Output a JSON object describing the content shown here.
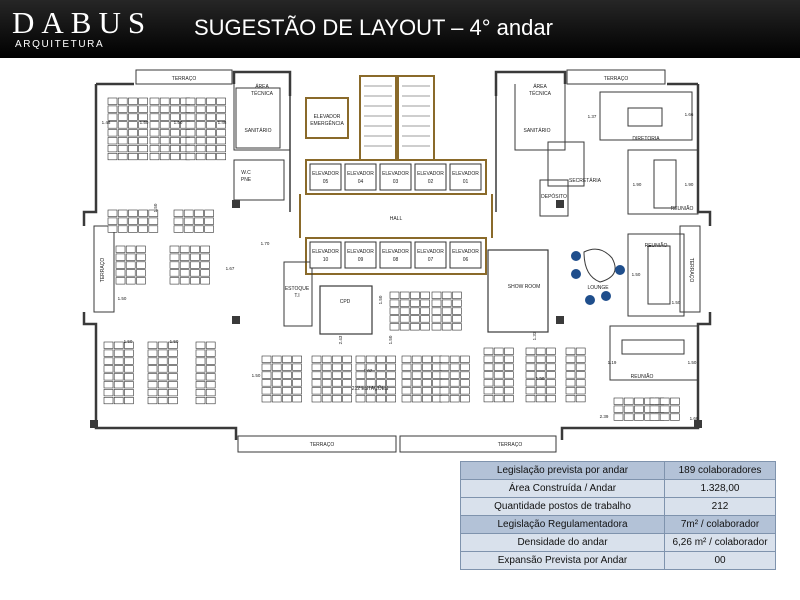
{
  "header": {
    "brand_name": "DABUS",
    "brand_tagline": "ARQUITETURA",
    "title": "SUGESTÃO DE LAYOUT – 4° andar"
  },
  "plan": {
    "terraces": [
      "TERRAÇO",
      "TERRAÇO",
      "TERRAÇO",
      "TERRAÇO",
      "TERRAÇO",
      "TERRAÇO"
    ],
    "tech_left": [
      "ÁREA",
      "TÉCNICA"
    ],
    "tech_right": [
      "ÁREA",
      "TÉCNICA"
    ],
    "sanitario_left": "SANITÁRIO",
    "sanitario_right": "SANITÁRIO",
    "wc": [
      "W.C",
      "PNE"
    ],
    "elev_emergency": [
      "ELEVADOR",
      "EMERGÊNCIA"
    ],
    "elevator_word": "ELEVADOR",
    "elevators_top": [
      "05",
      "04",
      "03",
      "02",
      "01"
    ],
    "elevators_bottom": [
      "10",
      "09",
      "08",
      "07",
      "06"
    ],
    "hall": "HALL",
    "estoque": [
      "ESTOQUE",
      "T.I"
    ],
    "cpd": "CPD",
    "show_room": "SHOW ROOM",
    "lounge": "LOUNGE",
    "secretaria": "SECRETÁRIA",
    "deposito": "DEPÓSITO",
    "diretoria": "DIRETORIA",
    "reuniao": [
      "REUNIÃO",
      "REUNIÃO",
      "REUNIÃO"
    ],
    "estacoes": "212 ESTAÇÕES",
    "dimensions": [
      "1.46",
      "1.50",
      "1.50",
      "1.46",
      "1.50",
      "1.70",
      "1.67",
      "1.50",
      "1.50",
      "1.50",
      "1.50",
      "2.43",
      "1.62",
      "1.50",
      "1.50",
      "1.33",
      "1.50",
      "1.37",
      "1.66",
      "1.90",
      "1.90",
      "1.50",
      "1.50",
      "1.19",
      "1.50",
      "2.39",
      "1.60"
    ]
  },
  "stats_table": {
    "rows": [
      {
        "label": "Legislação prevista por andar",
        "value": "189 colaboradores"
      },
      {
        "label": "Área Construída / Andar",
        "value": "1.328,00"
      },
      {
        "label": "Quantidade postos de trabalho",
        "value": "212"
      },
      {
        "label": "Legislação Regulamentadora",
        "value": "7m² / colaborador"
      },
      {
        "label": "Densidade do andar",
        "value": "6,26 m² / colaborador"
      },
      {
        "label": "Expansão Prevista por Andar",
        "value": "00"
      }
    ]
  },
  "colors": {
    "header_bg": "#000000",
    "wall": "#3a3a3a",
    "core_wall": "#8a6a2a",
    "table_dark": "#b3c2d7",
    "table_light": "#d9e1ec",
    "lounge_chair": "#1f4e8c"
  }
}
